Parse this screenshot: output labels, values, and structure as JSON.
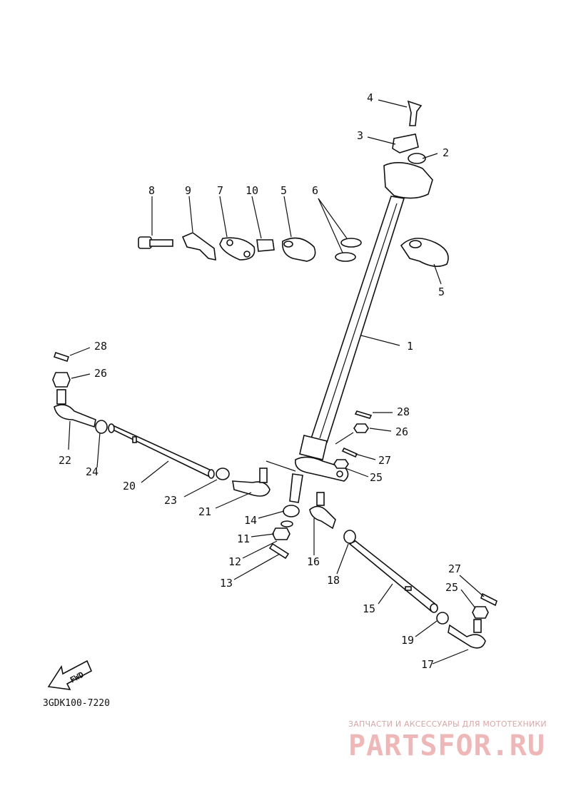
{
  "diagram_code": "3GDK100-7220",
  "watermark": {
    "subtitle": "ЗАПЧАСТИ И АКСЕССУАРЫ ДЛЯ МОТОТЕХНИКИ",
    "brand": "PARTSFOR.RU"
  },
  "fwd_label": "FWD",
  "callouts": [
    "1",
    "2",
    "3",
    "4",
    "5",
    "5",
    "6",
    "7",
    "8",
    "9",
    "10",
    "11",
    "12",
    "13",
    "14",
    "15",
    "16",
    "17",
    "18",
    "19",
    "20",
    "21",
    "22",
    "23",
    "24",
    "25",
    "25",
    "26",
    "26",
    "27",
    "27",
    "28",
    "28"
  ]
}
